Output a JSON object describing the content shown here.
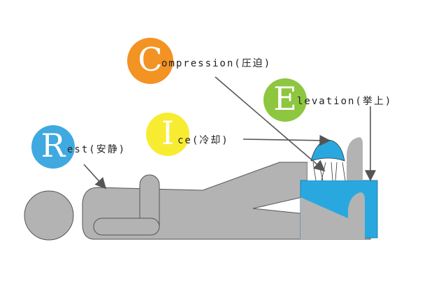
{
  "labels": {
    "compression": {
      "letter": "C",
      "rest": "ompression(圧迫)",
      "color": "#F39323"
    },
    "elevation": {
      "letter": "E",
      "rest": "levation(挙上)",
      "color": "#8DC63F"
    },
    "ice": {
      "letter": "I",
      "rest": "ce(冷却)",
      "color": "#F7EC31"
    },
    "rest": {
      "letter": "R",
      "rest": "est(安静)",
      "color": "#3FA9E0"
    }
  },
  "colors": {
    "body": "#B3B3B3",
    "pillow": "#29A8E0",
    "arrow": "#555555"
  }
}
